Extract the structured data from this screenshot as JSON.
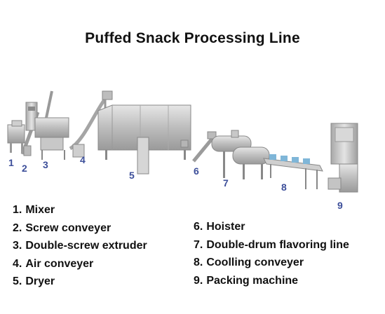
{
  "title": "Puffed Snack Processing Line",
  "machine_numbers": [
    "1",
    "2",
    "3",
    "4",
    "5",
    "6",
    "7",
    "8",
    "9"
  ],
  "legend_left": [
    {
      "num": "1.",
      "label": "Mixer"
    },
    {
      "num": "2.",
      "label": "Screw conveyer"
    },
    {
      "num": "3.",
      "label": "Double-screw extruder"
    },
    {
      "num": "4.",
      "label": "Air conveyer"
    },
    {
      "num": "5.",
      "label": "Dryer"
    }
  ],
  "legend_right": [
    {
      "num": "6.",
      "label": "Hoister"
    },
    {
      "num": "7.",
      "label": "Double-drum flavoring line"
    },
    {
      "num": "8.",
      "label": "Coolling conveyer"
    },
    {
      "num": "9.",
      "label": "Packing machine"
    }
  ]
}
